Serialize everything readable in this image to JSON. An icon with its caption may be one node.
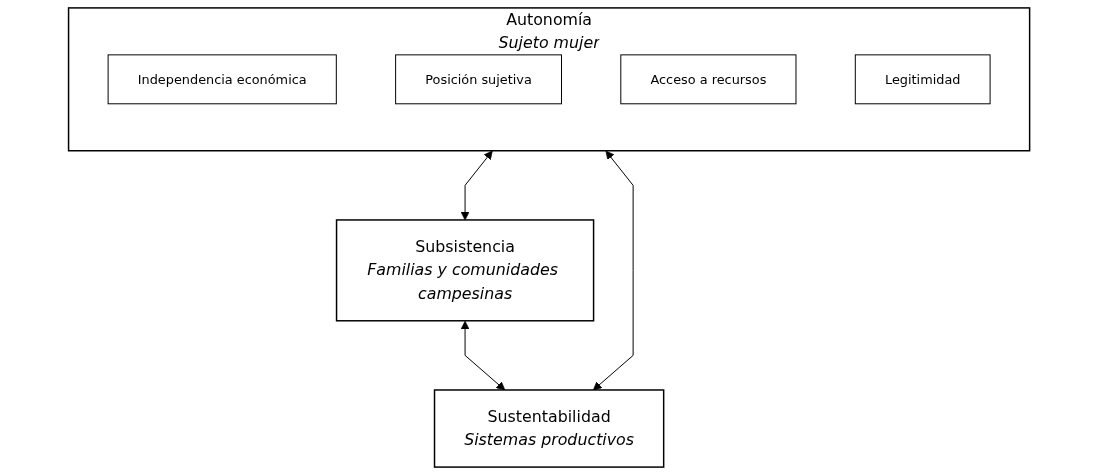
{
  "diagram": {
    "nodes": [
      {
        "text": [
          "Autonomía",
          "Sujeto mujer"
        ]
      },
      {
        "text": [
          "Independencia económica"
        ],
        "in": 0
      },
      {
        "text": [
          "Posición sujetiva"
        ],
        "in": 0
      },
      {
        "text": [
          "Acceso a recursos"
        ],
        "in": 0
      },
      {
        "text": [
          "Legitimidad"
        ],
        "in": 0
      },
      {
        "text": [
          "Subsistencia",
          "Familias y comunidades campesinas"
        ]
      },
      {
        "text": [
          "Sustentabilidad",
          "Sistemas productivos"
        ]
      }
    ],
    "edges": [
      {
        "from": 0,
        "to": 5,
        "arrow": "both"
      },
      {
        "from": 0,
        "to": 6,
        "arrow": "both"
      },
      {
        "from": 5,
        "to": 6,
        "arrow": "both"
      }
    ]
  }
}
